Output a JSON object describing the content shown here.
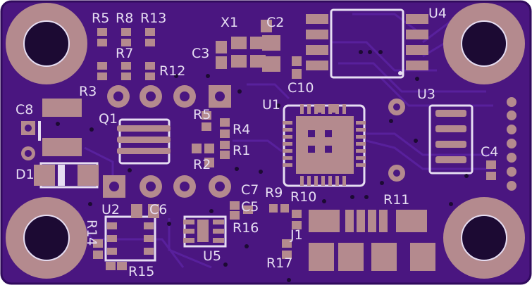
{
  "colors": {
    "board": "#4a1680",
    "board_edge": "#300a5c",
    "trace": "#5a22a0",
    "pad": "#b48a8e",
    "silk": "#e6ddf2",
    "hole": "#1c0a33"
  },
  "labels": {
    "r5": "R5",
    "r8": "R8",
    "r13": "R13",
    "x1": "X1",
    "c2": "C2",
    "u4": "U4",
    "r7": "R7",
    "c3": "C3",
    "r12": "R12",
    "r3": "R3",
    "c10": "C10",
    "u1": "U1",
    "u3": "U3",
    "c8": "C8",
    "q1": "Q1",
    "r4": "R4",
    "r1": "R1",
    "c4": "C4",
    "d1": "D1",
    "r2": "R2",
    "c7": "C7",
    "r9": "R9",
    "r10": "R10",
    "r11": "R11",
    "u2": "U2",
    "c6": "C6",
    "c5": "C5",
    "r14": "R14",
    "r16": "R16",
    "j1": "J1",
    "u5": "U5",
    "r15": "R15",
    "r17": "R17"
  }
}
